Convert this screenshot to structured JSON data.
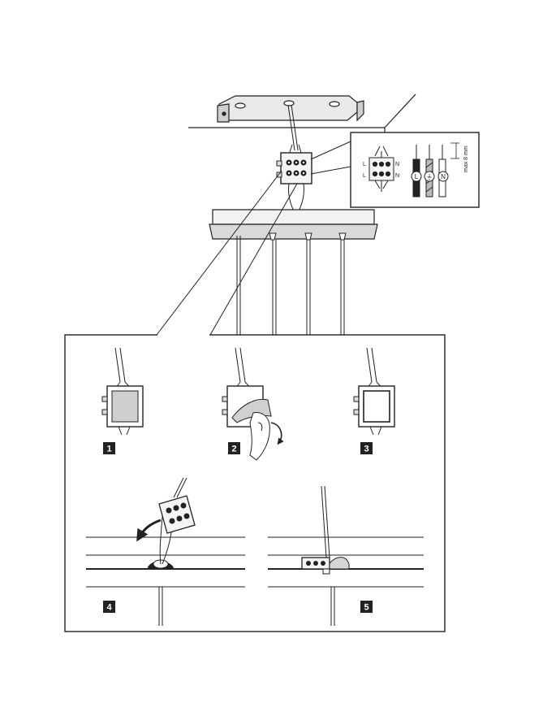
{
  "wiring_detail": {
    "terminal_labels": {
      "left_top": "L",
      "left_bottom": "L",
      "right_top": "N",
      "right_bottom": "N"
    },
    "wire_symbols": {
      "live": "L",
      "earth": "⏚",
      "neutral": "N"
    },
    "strip_length": "max 8 mm"
  },
  "steps": [
    {
      "number": "1"
    },
    {
      "number": "2"
    },
    {
      "number": "3"
    },
    {
      "number": "4"
    },
    {
      "number": "5"
    }
  ]
}
